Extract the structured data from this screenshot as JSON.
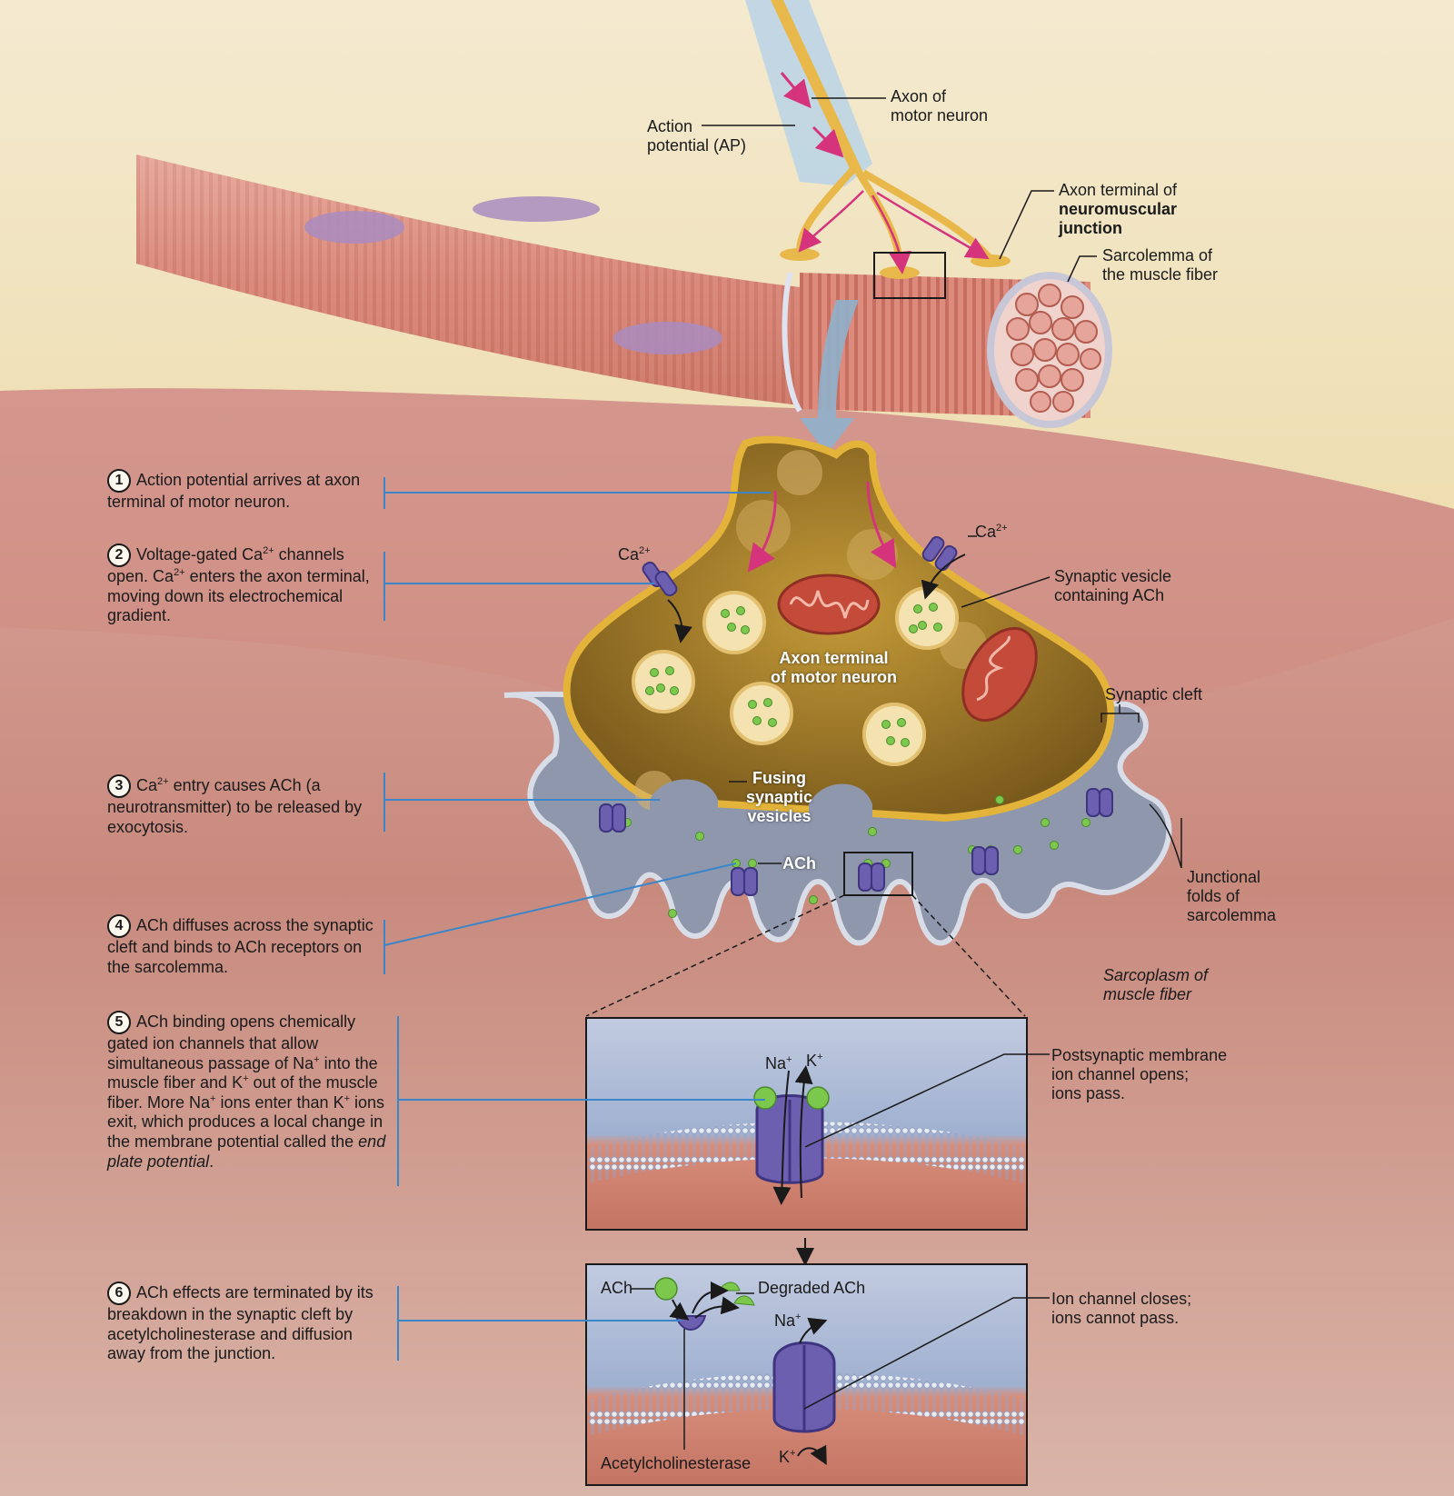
{
  "labels": {
    "action_potential": "Action\npotential (AP)",
    "axon_motor_neuron": "Axon of\nmotor neuron",
    "axon_terminal_of": "Axon terminal of",
    "neuromuscular_junction": "neuromuscular\njunction",
    "sarcolemma": "Sarcolemma of\nthe muscle fiber",
    "ca_left": "Ca",
    "ca_right": "Ca",
    "ca_sup": "2+",
    "synaptic_vesicle": "Synaptic vesicle\ncontaining ACh",
    "axon_terminal_center": "Axon terminal\nof motor neuron",
    "synaptic_cleft": "Synaptic cleft",
    "fusing_vesicles": "Fusing\nsynaptic\nvesicles",
    "ach": "ACh",
    "junctional_folds": "Junctional\nfolds of\nsarcolemma",
    "sarcoplasm": "Sarcoplasm of\nmuscle fiber",
    "na": "Na",
    "k": "K",
    "plus": "+",
    "postsynaptic": "Postsynaptic membrane\nion channel opens;\nions pass.",
    "ach_box": "ACh",
    "degraded_ach": "Degraded ACh",
    "ion_channel_closes": "Ion channel closes;\nions cannot pass.",
    "acetylcholinesterase": "Acetylcholinesterase"
  },
  "steps": [
    {
      "num": "1",
      "html": "Action potential arrives at axon terminal of motor neuron."
    },
    {
      "num": "2",
      "html": "Voltage-gated Ca<sup>2+</sup> channels open. Ca<sup>2+</sup> enters the axon terminal, moving down its electrochemical gradient."
    },
    {
      "num": "3",
      "html": "Ca<sup>2+</sup> entry causes ACh (a neurotransmitter) to be released by exocytosis."
    },
    {
      "num": "4",
      "html": "ACh diffuses across the synaptic cleft and binds to ACh receptors on the sarcolemma."
    },
    {
      "num": "5",
      "html": "ACh binding opens chemically gated ion channels that allow simultaneous passage of Na<sup>+</sup> into the muscle fiber and K<sup>+</sup> out of the muscle fiber. More Na<sup>+</sup> ions enter than K<sup>+</sup> ions exit, which produces a local change in the membrane potential called the <span class=\"em\">end plate potential</span>."
    },
    {
      "num": "6",
      "html": "ACh effects are terminated by its breakdown in the synaptic cleft by acetylcholinesterase and diffusion away from the junction."
    }
  ],
  "colors": {
    "background_top": "#f1e2bd",
    "muscle": "#c9786a",
    "axon": "#e9b84a",
    "cleft": "#9aa3b8",
    "receptor": "#6d5fb0",
    "ach_dot": "#7cc84c",
    "leader_blue": "#3b86c9",
    "arrow_pink": "#d6337d"
  }
}
